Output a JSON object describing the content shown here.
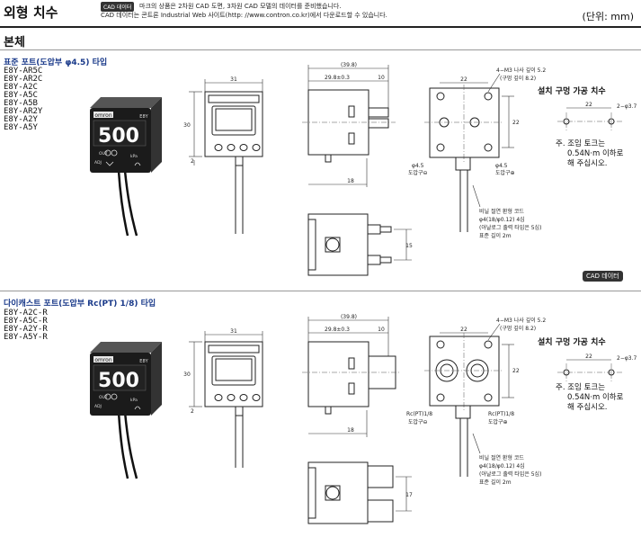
{
  "header": {
    "title": "외형 치수",
    "cad_badge": "CAD 데이터",
    "notice_line1": "마크의 상품은 2차원 CAD 도면, 3차원 CAD 모델의 데이터를 준비했습니다.",
    "notice_line2": "CAD 데이터는 콘트론 Industrial Web 사이트(http: //www.contron.co.kr)에서 다운로드할 수 있습니다.",
    "unit": "(단위: mm)"
  },
  "section_title": "본체",
  "standard": {
    "subtitle": "표준 포트(도압부 φ4.5) 타입",
    "models": [
      "E8Y-AR5C",
      "E8Y-AR2C",
      "E8Y-A2C",
      "E8Y-A5C",
      "E8Y-A5B",
      "E8Y-AR2Y",
      "E8Y-A2Y",
      "E8Y-A5Y"
    ],
    "cad_button": "CAD 데이터",
    "mount_title": "설치 구멍 가공 치수",
    "torque_line1": "주. 조임 토크는",
    "torque_line2": "0.54N·m 이하로",
    "torque_line3": "해 주십시오.",
    "dims": {
      "d39_8": "(39.8)",
      "d29_8": "29.8±0.3",
      "d10": "10",
      "d31": "31",
      "d30": "30",
      "d18": "18",
      "d22a": "22",
      "d22b": "22",
      "d15": "15",
      "d22m": "22",
      "m3": "4−M3 나사 깊이 5.2",
      "m3b": "(구멍 깊이 8.2)",
      "phi37": "2−φ3.7",
      "port_left": "φ4.5",
      "port_left2": "도압구⊖",
      "port_right": "φ4.5",
      "port_right2": "도압구⊕",
      "cable1": "비닐 절연 환형 코드",
      "cable2": "φ4(18/φ0.12) 4심",
      "cable3": "(아날로그 출력 타입은 5심)",
      "cable4": "표준 길이 2m"
    },
    "panel": {
      "brand": "omron",
      "model": "E8Y",
      "value": "500",
      "unit": "kPa",
      "out": "OUT",
      "sub": "ADJ"
    }
  },
  "diecast": {
    "subtitle": "다이캐스트 포트(도압부 Rc(PT) 1/8) 타입",
    "models": [
      "E8Y-A2C-R",
      "E8Y-A5C-R",
      "E8Y-A2Y-R",
      "E8Y-A5Y-R"
    ],
    "mount_title": "설치 구멍 가공 치수",
    "torque_line1": "주. 조임 토크는",
    "torque_line2": "0.54N·m 이하로",
    "torque_line3": "해 주십시오.",
    "dims": {
      "d39_8": "(39.8)",
      "d29_8": "29.8±0.3",
      "d10": "10",
      "d31": "31",
      "d30": "30",
      "d18": "18",
      "d22a": "22",
      "d22b": "22",
      "d17": "17",
      "d22m": "22",
      "m3": "4−M3 나사 깊이 5.2",
      "m3b": "(구멍 깊이 8.2)",
      "phi37": "2−φ3.7",
      "port_left": "Rc(PT)1/8",
      "port_left2": "도압구⊖",
      "port_right": "Rc(PT)1/8",
      "port_right2": "도압구⊕",
      "cable1": "비닐 절연 환형 코드",
      "cable2": "φ4(18/φ0.12) 4심",
      "cable3": "(아날로그 출력 타입은 5심)",
      "cable4": "표준 길이 2m"
    },
    "panel": {
      "brand": "omron",
      "model": "E8Y",
      "value": "500",
      "unit": "kPa",
      "out": "OUT",
      "sub": "ADJ"
    }
  }
}
